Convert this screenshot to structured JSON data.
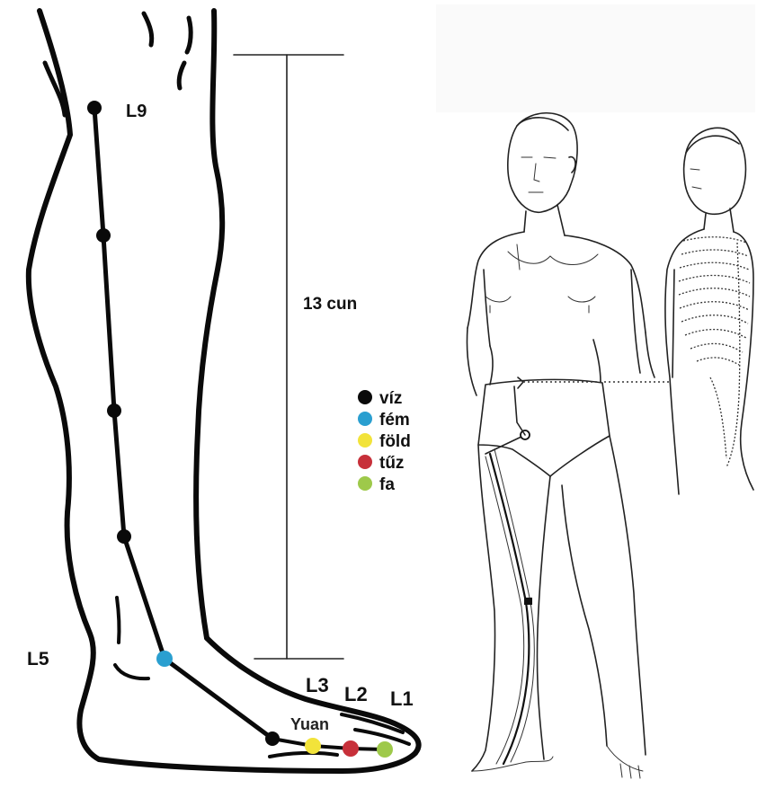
{
  "labels": {
    "l9": "L9",
    "l5": "L5",
    "l3": "L3",
    "l2": "L2",
    "l1": "L1",
    "yuan": "Yuan",
    "measure": "13 cun"
  },
  "legend": [
    {
      "key": "water",
      "label": "víz",
      "color": "#0a0a0a"
    },
    {
      "key": "metal",
      "label": "fém",
      "color": "#2a9fd0"
    },
    {
      "key": "earth",
      "label": "föld",
      "color": "#f2e33a"
    },
    {
      "key": "fire",
      "label": "tűz",
      "color": "#c7303a"
    },
    {
      "key": "wood",
      "label": "fa",
      "color": "#9ec94a"
    }
  ],
  "meridian_line_color": "#0a0a0a"
}
